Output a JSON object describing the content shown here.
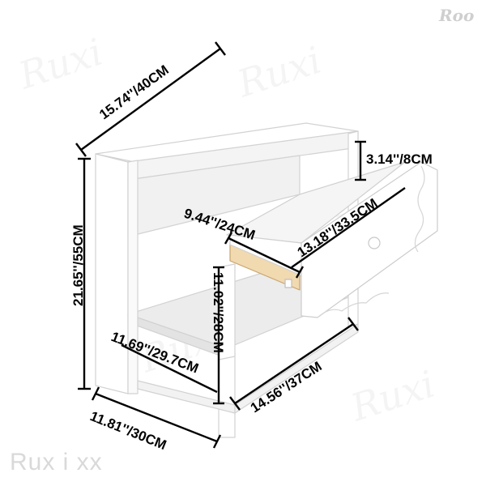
{
  "watermark": {
    "brand": "Rux i xx",
    "top_right": "Roo",
    "pattern_text": "Ruxi"
  },
  "dimensions": {
    "depth_top": "15.74''/40CM",
    "height_total": "21.65''/55CM",
    "drawer_height": "3.14''/8CM",
    "drawer_inner_depth": "9.44''/24CM",
    "drawer_width": "13.18''/33.5CM",
    "inner_height": "11.02''/28CM",
    "shelf_depth": "11.69''/29.7CM",
    "base_width": "14.56''/37CM",
    "base_depth": "11.81''/30CM"
  },
  "colors": {
    "furniture": "#ffffff",
    "shade": "#ececec",
    "drawer_wood": "#f1d9b0",
    "outline": "#cfcfcf",
    "dimension_line": "#000000"
  }
}
